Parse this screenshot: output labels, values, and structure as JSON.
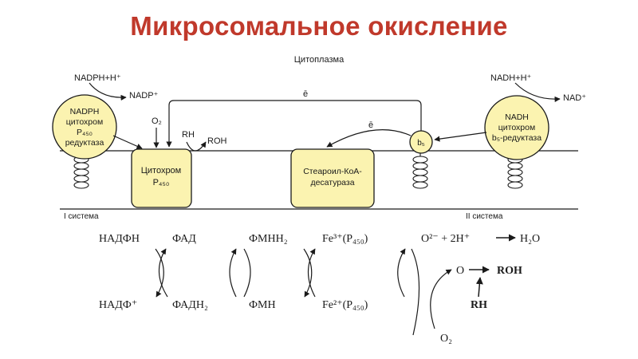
{
  "title": "Микросомальное окисление",
  "colors": {
    "title": "#c0392b",
    "box_fill": "#fbf3b0",
    "stroke": "#1a1a1a"
  },
  "membrane": {
    "top_label": "Цитоплазма",
    "system_1": "I система",
    "system_2": "II система"
  },
  "left_chain": {
    "donor": "NADPH+H⁺",
    "product": "NADP⁺",
    "enzyme": [
      "NADPH",
      "цитохром",
      "P₄₅₀",
      "редуктаза"
    ],
    "oxygen": "O₂",
    "substrate": "RH",
    "hydroxylated": "ROH"
  },
  "central": {
    "cytochrome": [
      "Цитохром",
      "P₄₅₀"
    ],
    "desaturase": [
      "Стеароил-КоА-",
      "десатураза"
    ],
    "b5": "b₅",
    "electron_top": "ē",
    "electron_mid": "ē"
  },
  "right_chain": {
    "donor": "NADH+H⁺",
    "product": "NAD⁺",
    "enzyme": [
      "NADH",
      "цитохром",
      "b₅-редуктаза"
    ]
  },
  "scheme": {
    "row1": [
      "НАДФН",
      "ФАД",
      "ФМНН₂",
      "Fe³⁺(P₄₅₀)",
      "O²⁻ + 2H⁺",
      "H₂O"
    ],
    "row2": [
      "НАДФ⁺",
      "ФАДН₂",
      "ФМН",
      "Fe²⁺(P₄₅₀)"
    ],
    "o_label": "O",
    "roh": "ROH",
    "rh": "RH",
    "o2": "O₂"
  }
}
